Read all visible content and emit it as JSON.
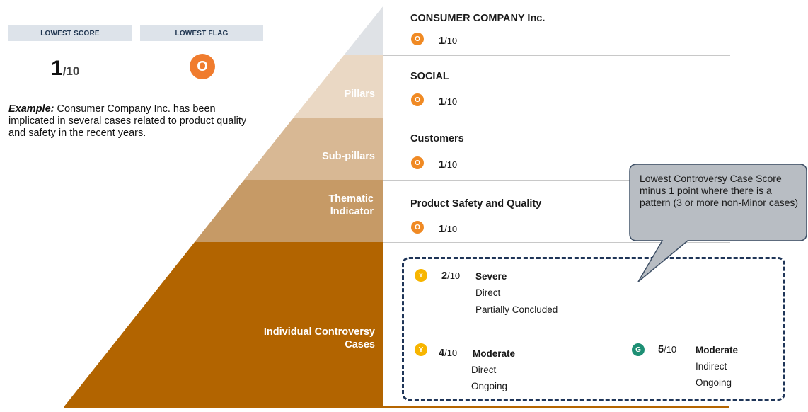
{
  "summary": {
    "lowest_score_label": "LOWEST SCORE",
    "lowest_flag_label": "LOWEST FLAG",
    "score_value": "1",
    "score_denominator": "/10",
    "flag_value": "O",
    "example_lead": "Example:",
    "example_text": " Consumer Company Inc. has been implicated in several cases related to product quality and safety in the recent years."
  },
  "pyramid": {
    "tiers": [
      {
        "label": "",
        "color": "#dfe2e6"
      },
      {
        "label": "Pillars",
        "color": "#ead8c4"
      },
      {
        "label": "Sub-pillars",
        "color": "#d8b894"
      },
      {
        "label": "Thematic Indicator",
        "color": "#c69a66"
      },
      {
        "label": "Individual Controversy Cases",
        "color": "#b26400"
      }
    ]
  },
  "levels": [
    {
      "title": "CONSUMER COMPANY Inc.",
      "flag": "O",
      "score": "1",
      "den": "/10"
    },
    {
      "title": "SOCIAL",
      "flag": "O",
      "score": "1",
      "den": "/10"
    },
    {
      "title": "Customers",
      "flag": "O",
      "score": "1",
      "den": "/10"
    },
    {
      "title": "Product Safety and Quality",
      "flag": "O",
      "score": "1",
      "den": "/10"
    }
  ],
  "cases": [
    {
      "flag": "Y",
      "score": "2",
      "den": "/10",
      "severity": "Severe",
      "line1": "Direct",
      "line2": "Partially Concluded"
    },
    {
      "flag": "Y",
      "score": "4",
      "den": "/10",
      "severity": "Moderate",
      "line1": "Direct",
      "line2": "Ongoing"
    },
    {
      "flag": "G",
      "score": "5",
      "den": "/10",
      "severity": "Moderate",
      "line1": "Indirect",
      "line2": "Ongoing"
    }
  ],
  "callout": {
    "text": "Lowest Controversy Case Score minus 1 point where there is a pattern (3 or more non-Minor cases)"
  },
  "colors": {
    "flag_orange": "#f08a24",
    "flag_yellow": "#f7b500",
    "flag_green": "#1d8f74",
    "box_border": "#1f3558"
  }
}
